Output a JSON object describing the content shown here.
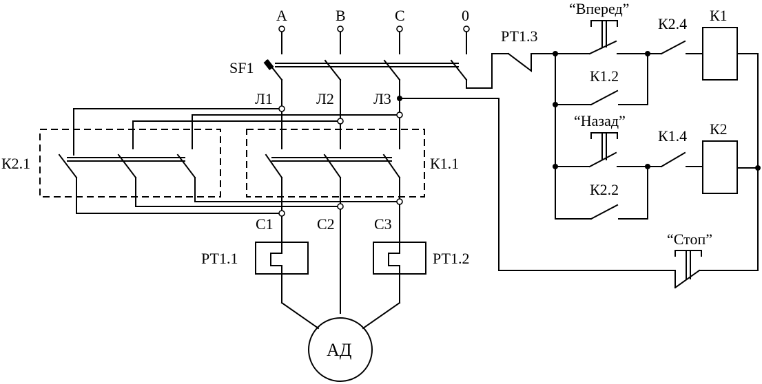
{
  "labels": {
    "phase_a": "A",
    "phase_b": "B",
    "phase_c": "C",
    "neutral": "0",
    "breaker": "SF1",
    "line1": "Л1",
    "line2": "Л2",
    "line3": "Л3",
    "out1": "С1",
    "out2": "С2",
    "out3": "С3",
    "reverse_contactor": "К2.1",
    "forward_contactor": "К1.1",
    "thermal_relay_1": "РТ1.1",
    "thermal_relay_2": "РТ1.2",
    "thermal_relay_3": "РТ1.3",
    "motor": "АД",
    "forward_button": "“Вперед”",
    "backward_button": "“Назад”",
    "stop_button": "“Стоп”",
    "hold_contact_1": "К1.2",
    "hold_contact_2": "К2.2",
    "interlock_1": "К2.4",
    "interlock_2": "К1.4",
    "coil_1": "К1",
    "coil_2": "К2"
  }
}
